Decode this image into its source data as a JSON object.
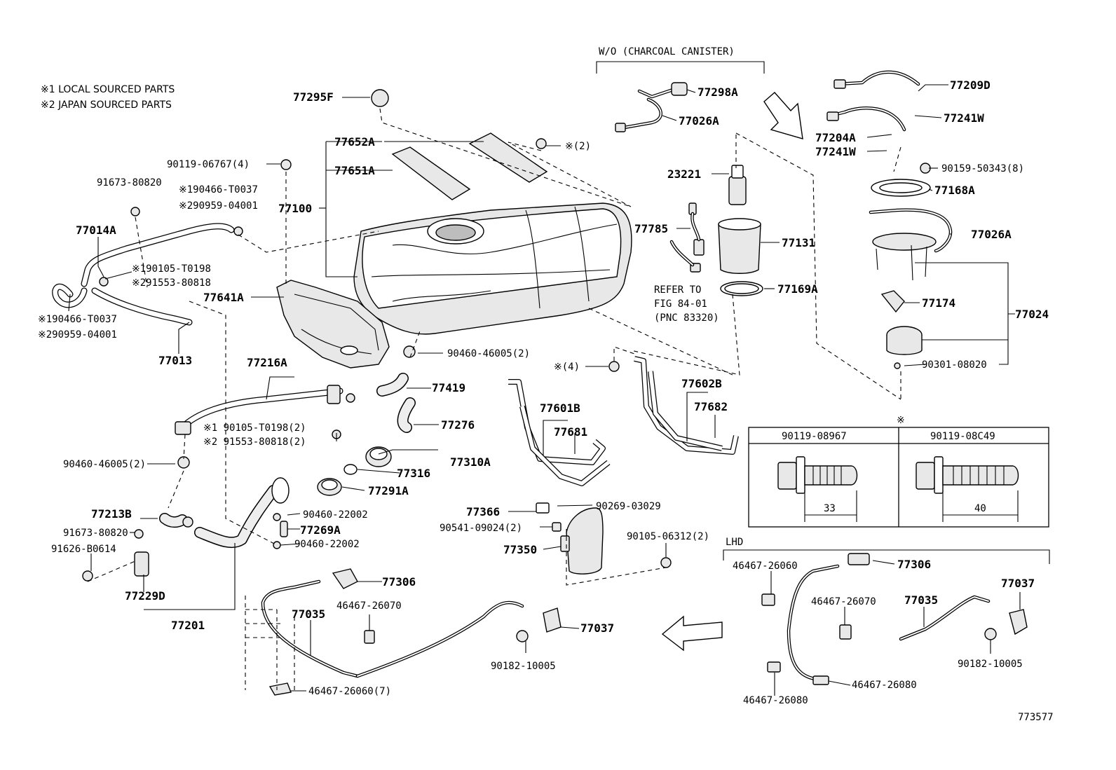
{
  "legend": {
    "note1": "※1 LOCAL SOURCED PARTS",
    "note2": "※2 JAPAN SOURCED PARTS"
  },
  "headers": {
    "charcoal": "W/O (CHARCOAL CANISTER)",
    "lhd": "LHD",
    "bolt_note": "※"
  },
  "refer": {
    "line1": "REFER TO",
    "line2": "FIG 84-01",
    "line3": "(PNC 83320)"
  },
  "bolt_table": {
    "col1": "90119-08967",
    "col2": "90119-08C49",
    "dim1": "33",
    "dim2": "40"
  },
  "figure_id": "773577",
  "labels": {
    "p77295F": "77295F",
    "p77652A": "77652A",
    "p77651A": "77651A",
    "p77100": "77100",
    "p90119_06767": "90119-06767(4)",
    "pNote2": "※(2)",
    "p91673_80820a": "91673-80820",
    "p90466_T0037a": "※190466-T0037",
    "p90959_04001a": "※290959-04001",
    "p77014A": "77014A",
    "p90105_T0198a": "※190105-T0198",
    "p91553_80818a": "※291553-80818",
    "p90466_T0037b": "※190466-T0037",
    "p90959_04001b": "※290959-04001",
    "p77013": "77013",
    "p77641A": "77641A",
    "p77216A": "77216A",
    "p90460_46005a": "90460-46005(2)",
    "p77419": "77419",
    "p77276": "77276",
    "p90105_T0198b": "※1 90105-T0198(2)",
    "p91553_80818b": "※2 91553-80818(2)",
    "p90460_46005b": "90460-46005(2)",
    "p77316": "77316",
    "p77310A": "77310A",
    "p77291A": "77291A",
    "p77213B": "77213B",
    "p91673_80820b": "91673-80820",
    "p91626_B0614": "91626-B0614",
    "p77229D": "77229D",
    "p90460_22002a": "90460-22002",
    "p77269A": "77269A",
    "p90460_22002b": "90460-22002",
    "p77201": "77201",
    "p77298A": "77298A",
    "p77026A_a": "77026A",
    "p23221": "23221",
    "p77785": "77785",
    "p77131": "77131",
    "p77169A": "77169A",
    "pNote4": "※(4)",
    "p77602B": "77602B",
    "p77682": "77682",
    "p77601B": "77601B",
    "p77681": "77681",
    "p77209D": "77209D",
    "p77241W_a": "77241W",
    "p77204A": "77204A",
    "p77241W_b": "77241W",
    "p90159_50343": "90159-50343(8)",
    "p77168A": "77168A",
    "p77026A_b": "77026A",
    "p77174": "77174",
    "p77024": "77024",
    "p90301_08020": "90301-08020",
    "p77366": "77366",
    "p90269_03029": "90269-03029",
    "p90541_09024": "90541-09024(2)",
    "p77350": "77350",
    "p90105_06312": "90105-06312(2)",
    "p77306_a": "77306",
    "p46467_26070_a": "46467-26070",
    "p77035_a": "77035",
    "p77037_a": "77037",
    "p90182_10005_a": "90182-10005",
    "p46467_26060_7": "46467-26060(7)",
    "p46467_26060": "46467-26060",
    "p77306_b": "77306",
    "p77037_b": "77037",
    "p46467_26070_b": "46467-26070",
    "p77035_b": "77035",
    "p46467_26080_a": "46467-26080",
    "p90182_10005_b": "90182-10005",
    "p46467_26080_b": "46467-26080"
  }
}
